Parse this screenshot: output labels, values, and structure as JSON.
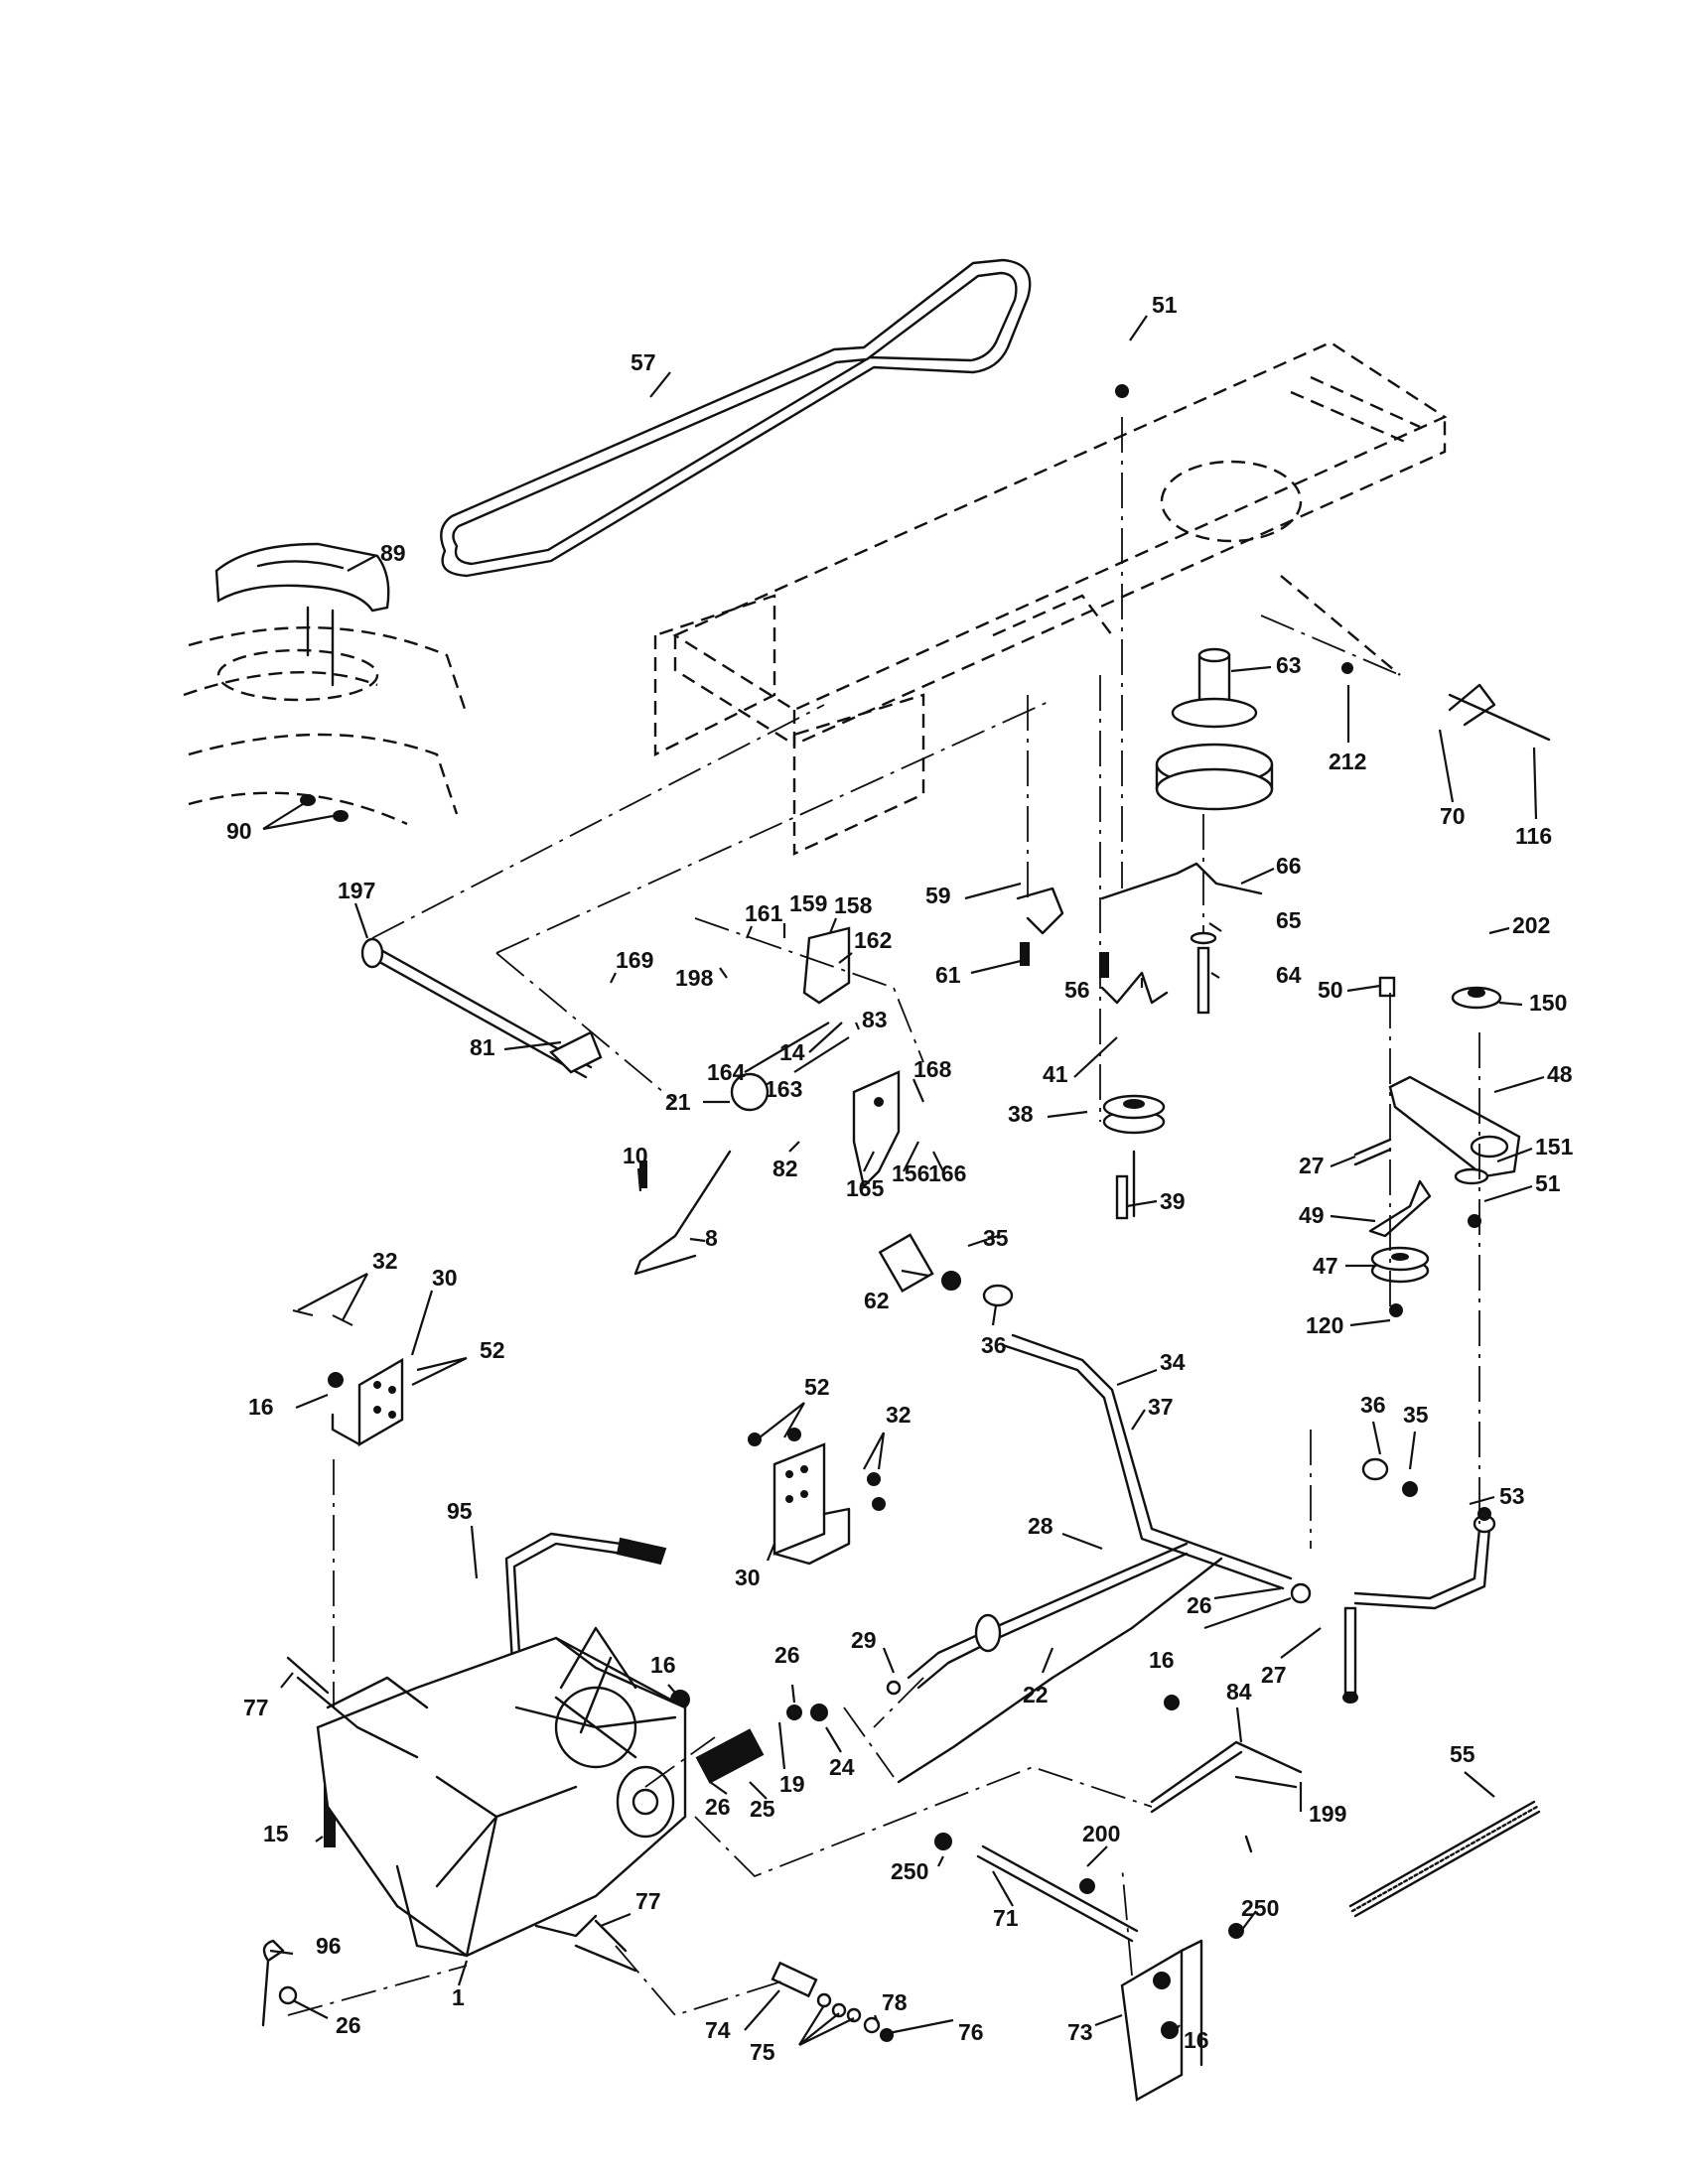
{
  "callouts": [
    {
      "id": "c57",
      "label": "57"
    },
    {
      "id": "c51a",
      "label": "51"
    },
    {
      "id": "c89",
      "label": "89"
    },
    {
      "id": "c63",
      "label": "63"
    },
    {
      "id": "c212",
      "label": "212"
    },
    {
      "id": "c70",
      "label": "70"
    },
    {
      "id": "c116",
      "label": "116"
    },
    {
      "id": "c90",
      "label": "90"
    },
    {
      "id": "c197",
      "label": "197"
    },
    {
      "id": "c169",
      "label": "169"
    },
    {
      "id": "c161",
      "label": "161"
    },
    {
      "id": "c159",
      "label": "159"
    },
    {
      "id": "c158",
      "label": "158"
    },
    {
      "id": "c198",
      "label": "198"
    },
    {
      "id": "c162",
      "label": "162"
    },
    {
      "id": "c59",
      "label": "59"
    },
    {
      "id": "c66",
      "label": "66"
    },
    {
      "id": "c65",
      "label": "65"
    },
    {
      "id": "c202",
      "label": "202"
    },
    {
      "id": "c61",
      "label": "61"
    },
    {
      "id": "c56",
      "label": "56"
    },
    {
      "id": "c64",
      "label": "64"
    },
    {
      "id": "c50",
      "label": "50"
    },
    {
      "id": "c150",
      "label": "150"
    },
    {
      "id": "c81",
      "label": "81"
    },
    {
      "id": "c164",
      "label": "164"
    },
    {
      "id": "c14",
      "label": "14"
    },
    {
      "id": "c83",
      "label": "83"
    },
    {
      "id": "c41",
      "label": "41"
    },
    {
      "id": "c48",
      "label": "48"
    },
    {
      "id": "c163",
      "label": "163"
    },
    {
      "id": "c168",
      "label": "168"
    },
    {
      "id": "c21",
      "label": "21"
    },
    {
      "id": "c38",
      "label": "38"
    },
    {
      "id": "c151",
      "label": "151"
    },
    {
      "id": "c27a",
      "label": "27"
    },
    {
      "id": "c51b",
      "label": "51"
    },
    {
      "id": "c10",
      "label": "10"
    },
    {
      "id": "c82",
      "label": "82"
    },
    {
      "id": "c165",
      "label": "165"
    },
    {
      "id": "c156",
      "label": "156"
    },
    {
      "id": "c166",
      "label": "166"
    },
    {
      "id": "c39",
      "label": "39"
    },
    {
      "id": "c49",
      "label": "49"
    },
    {
      "id": "c8",
      "label": "8"
    },
    {
      "id": "c35a",
      "label": "35"
    },
    {
      "id": "c47",
      "label": "47"
    },
    {
      "id": "c32a",
      "label": "32"
    },
    {
      "id": "c30a",
      "label": "30"
    },
    {
      "id": "c62",
      "label": "62"
    },
    {
      "id": "c120",
      "label": "120"
    },
    {
      "id": "c36a",
      "label": "36"
    },
    {
      "id": "c52a",
      "label": "52"
    },
    {
      "id": "c34",
      "label": "34"
    },
    {
      "id": "c16a",
      "label": "16"
    },
    {
      "id": "c52b",
      "label": "52"
    },
    {
      "id": "c37",
      "label": "37"
    },
    {
      "id": "c32b",
      "label": "32"
    },
    {
      "id": "c36b",
      "label": "36"
    },
    {
      "id": "c35b",
      "label": "35"
    },
    {
      "id": "c95",
      "label": "95"
    },
    {
      "id": "c53",
      "label": "53"
    },
    {
      "id": "c28",
      "label": "28"
    },
    {
      "id": "c30b",
      "label": "30"
    },
    {
      "id": "c26a",
      "label": "26"
    },
    {
      "id": "c29",
      "label": "29"
    },
    {
      "id": "c27b",
      "label": "27"
    },
    {
      "id": "c16b",
      "label": "16"
    },
    {
      "id": "c26b",
      "label": "26"
    },
    {
      "id": "c16c",
      "label": "16"
    },
    {
      "id": "c77a",
      "label": "77"
    },
    {
      "id": "c22",
      "label": "22"
    },
    {
      "id": "c84",
      "label": "84"
    },
    {
      "id": "c19",
      "label": "19"
    },
    {
      "id": "c24",
      "label": "24"
    },
    {
      "id": "c55",
      "label": "55"
    },
    {
      "id": "c26c",
      "label": "26"
    },
    {
      "id": "c25",
      "label": "25"
    },
    {
      "id": "c15",
      "label": "15"
    },
    {
      "id": "c199",
      "label": "199"
    },
    {
      "id": "c200",
      "label": "200"
    },
    {
      "id": "c250a",
      "label": "250"
    },
    {
      "id": "c77b",
      "label": "77"
    },
    {
      "id": "c250b",
      "label": "250"
    },
    {
      "id": "c71",
      "label": "71"
    },
    {
      "id": "c96",
      "label": "96"
    },
    {
      "id": "c1",
      "label": "1"
    },
    {
      "id": "c78",
      "label": "78"
    },
    {
      "id": "c26d",
      "label": "26"
    },
    {
      "id": "c74",
      "label": "74"
    },
    {
      "id": "c76",
      "label": "76"
    },
    {
      "id": "c73",
      "label": "73"
    },
    {
      "id": "c75",
      "label": "75"
    },
    {
      "id": "c16d",
      "label": "16"
    }
  ]
}
